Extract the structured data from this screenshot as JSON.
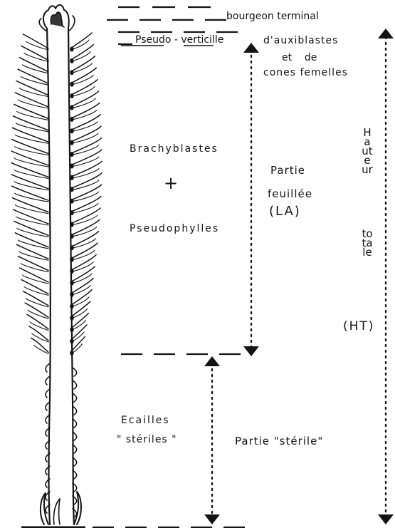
{
  "labels": {
    "terminal_bud": "bourgeon terminal",
    "pseudo_whorl_part1": "Pseudo - verticille",
    "pseudo_whorl_part2": "d'auxiblastes",
    "and_of": "et    de",
    "female_cones": "cones femelles",
    "brachyblasts": "Brachyblastes",
    "plus_sign": "+",
    "pseudophylls": "Pseudophylles",
    "leafy_part_line1": "Partie",
    "leafy_part_line2": "feuillée",
    "leafy_part_abbr": "(LA)",
    "sterile_scales_line1": "Ecailles",
    "sterile_scales_line2": "\" stériles \"",
    "sterile_part": "Partie \"stérile\"",
    "total_height_word1": "Hauteur",
    "total_height_word2": "totale",
    "total_height_abbr": "(HT)"
  },
  "colors": {
    "ink": "#141414",
    "paper": "#ffffff"
  }
}
